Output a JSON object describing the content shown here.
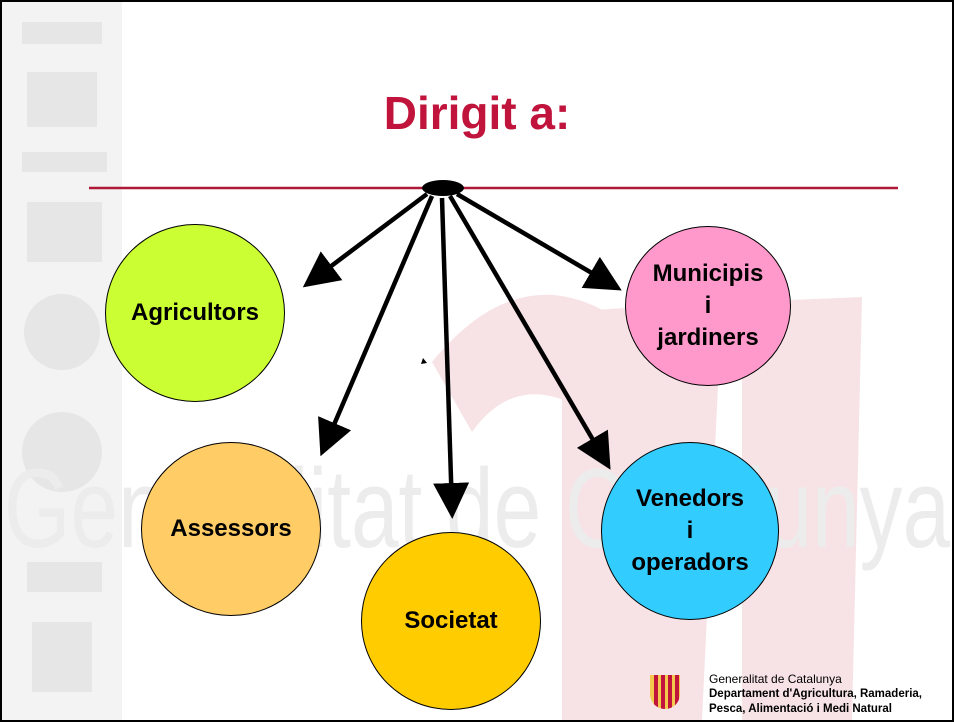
{
  "title": "Dirigit a:",
  "colors": {
    "title": "#c0143c",
    "rule": "#b01838",
    "agricultors": "#ccff33",
    "assessors": "#ffcc66",
    "societat": "#ffcc00",
    "municipis": "#ff99cc",
    "venedors": "#33ccff"
  },
  "nodes": {
    "agricultors": [
      "Agricultors"
    ],
    "assessors": [
      "Assessors"
    ],
    "societat": [
      "Societat"
    ],
    "municipis": [
      "Municipis",
      "i",
      "jardiners"
    ],
    "venedors": [
      "Venedors",
      "i",
      "operadors"
    ]
  },
  "footer": {
    "org": "Generalitat de Catalunya",
    "dept_line1": "Departament d'Agricultura, Ramaderia,",
    "dept_line2": "Pesca, Alimentació i Medi Natural"
  },
  "watermark": "Generalitat de Catalunya"
}
